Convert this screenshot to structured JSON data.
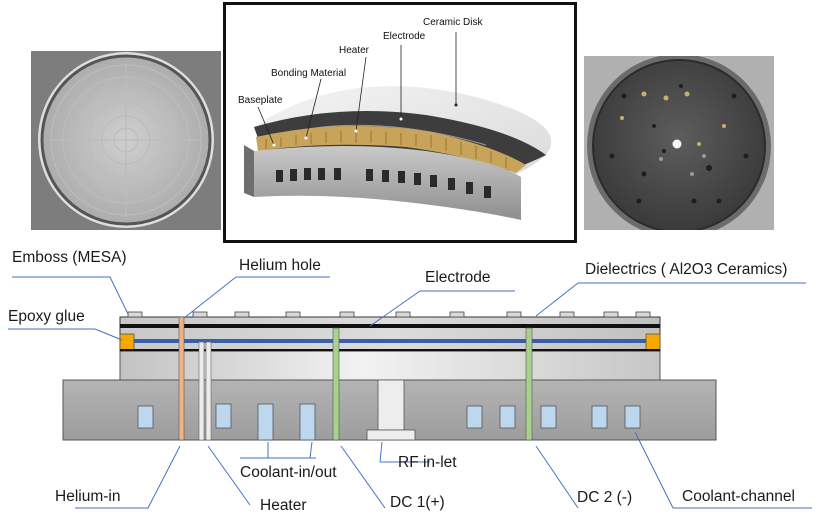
{
  "inset_labels": {
    "ceramic_disk": "Ceramic Disk",
    "electrode": "Electrode",
    "heater": "Heater",
    "bonding_material": "Bonding Material",
    "baseplate": "Baseplate"
  },
  "labels": {
    "emboss": "Emboss (MESA)",
    "helium_hole": "Helium hole",
    "electrode": "Electrode",
    "dielectrics": "Dielectrics ( Al2O3 Ceramics)",
    "epoxy_glue": "Epoxy glue",
    "helium_in": "Helium-in",
    "heater": "Heater",
    "coolant_in_out": "Coolant-in/out",
    "rf_inlet": "RF in-let",
    "dc1": "DC 1(+)",
    "dc2": "DC 2 (-)",
    "coolant_channel": "Coolant-channel"
  },
  "colors": {
    "accent_line": "#4472c4",
    "electrode_blue": "#3a5ea8",
    "epoxy_orange": "#f5a800",
    "helium_tube": "#f4b183",
    "dc_green": "#a9d18e",
    "coolant_blue": "#bdd7ee"
  }
}
